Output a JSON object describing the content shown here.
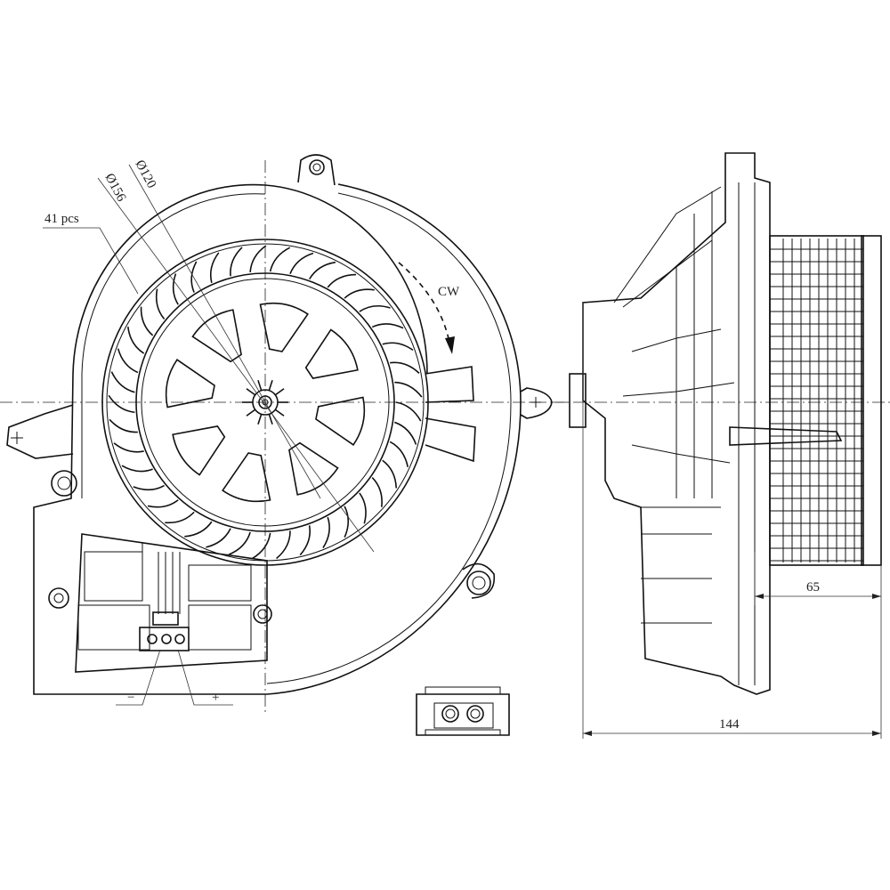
{
  "drawing": {
    "blade_count_label": "41 pcs",
    "outer_diameter_label": "Ø156",
    "inner_diameter_label": "Ø120",
    "rotation_label": "CW",
    "depth_label": "65",
    "total_width_label": "144",
    "minus_label": "−",
    "plus_label": "+",
    "blade_count": 41,
    "hub_lobes": 8
  }
}
